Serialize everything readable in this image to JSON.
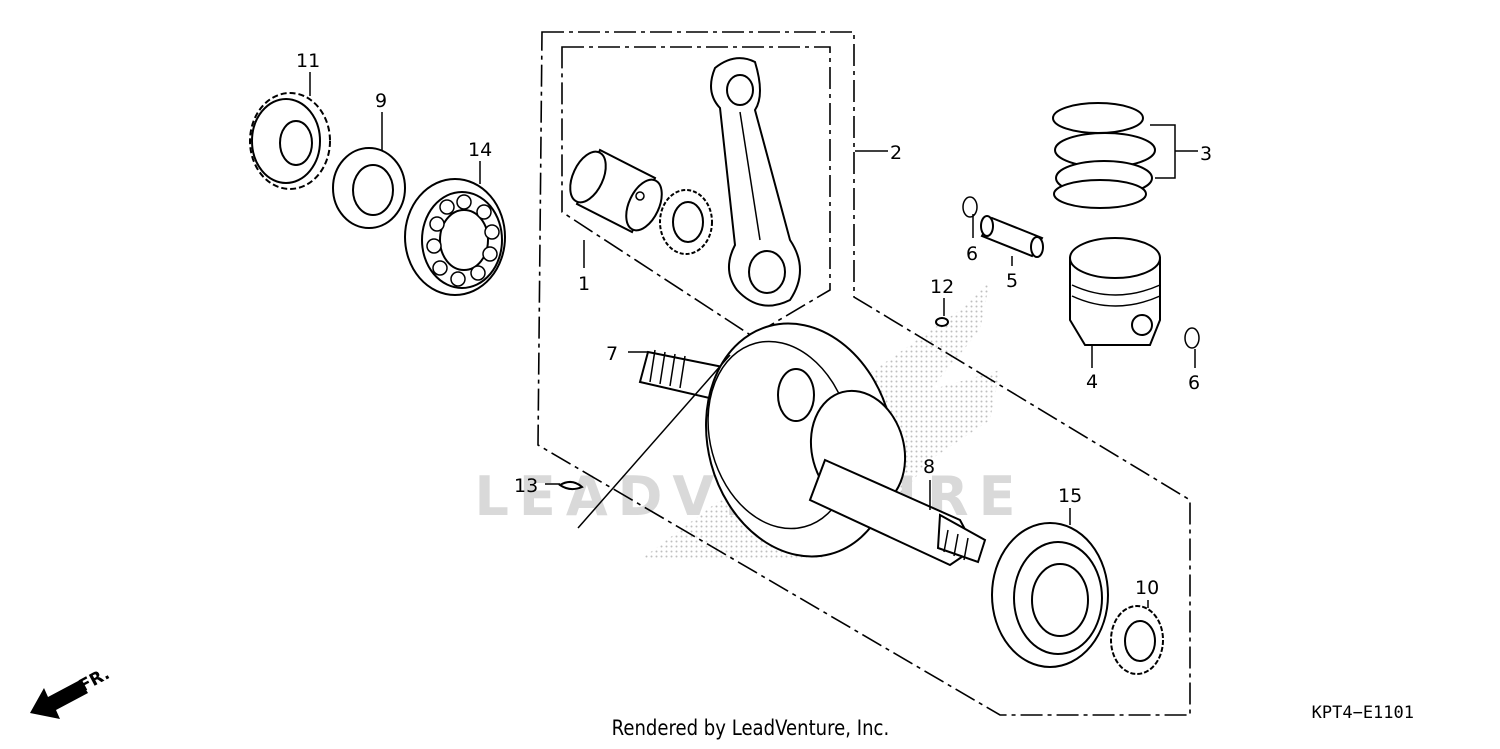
{
  "diagram": {
    "code": "KPT4−E1101",
    "credit": "Rendered by LeadVenture, Inc.",
    "watermark": "LEADVENTURE",
    "direction_label": "FR.",
    "callouts": [
      "1",
      "2",
      "3",
      "4",
      "5",
      "6",
      "6",
      "7",
      "8",
      "9",
      "10",
      "11",
      "12",
      "13",
      "14",
      "15"
    ]
  },
  "colors": {
    "ink": "#000000",
    "watermark": "#d9d9d9",
    "background": "#ffffff"
  },
  "icons": {
    "direction": "front-arrow-icon"
  }
}
